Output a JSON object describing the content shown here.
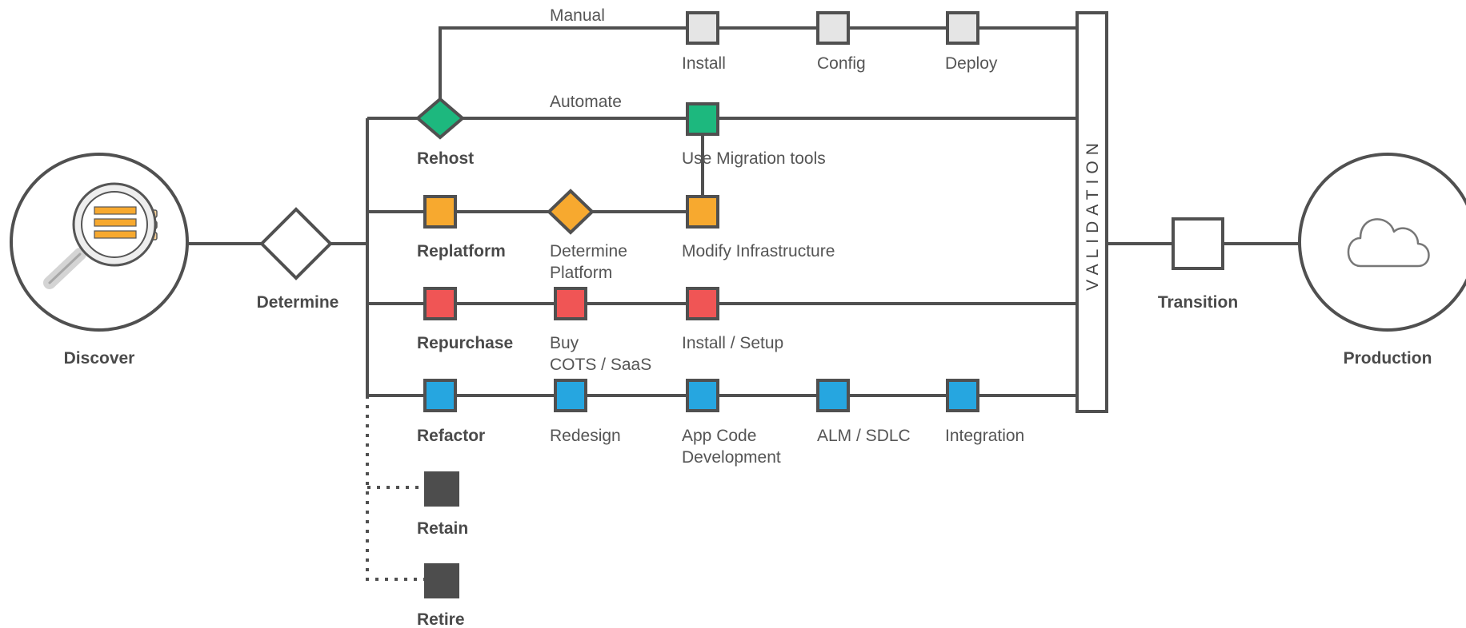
{
  "colors": {
    "stroke": "#505050",
    "gray": "#e5e5e5",
    "green": "#1db87e",
    "orange": "#f7a92f",
    "red": "#f05555",
    "blue": "#26a6e0",
    "dark": "#4d4d4d",
    "white": "#ffffff"
  },
  "icons": {
    "discover": "magnifier-document-icon",
    "production": "cloud-icon"
  },
  "labels": {
    "discover": "Discover",
    "determine": "Determine",
    "validation": "VALIDATION",
    "transition": "Transition",
    "production": "Production",
    "manual": "Manual",
    "automate": "Automate",
    "install": "Install",
    "config": "Config",
    "deploy": "Deploy",
    "rehost": "Rehost",
    "use_migration_tools": "Use Migration tools",
    "replatform": "Replatform",
    "determine_platform_1": "Determine",
    "determine_platform_2": "Platform",
    "modify_infrastructure": "Modify Infrastructure",
    "repurchase": "Repurchase",
    "buy_1": "Buy",
    "buy_2": "COTS / SaaS",
    "install_setup": "Install / Setup",
    "refactor": "Refactor",
    "redesign": "Redesign",
    "app_code_1": "App Code",
    "app_code_2": "Development",
    "alm_sdlc": "ALM / SDLC",
    "integration": "Integration",
    "retain": "Retain",
    "retire": "Retire"
  }
}
